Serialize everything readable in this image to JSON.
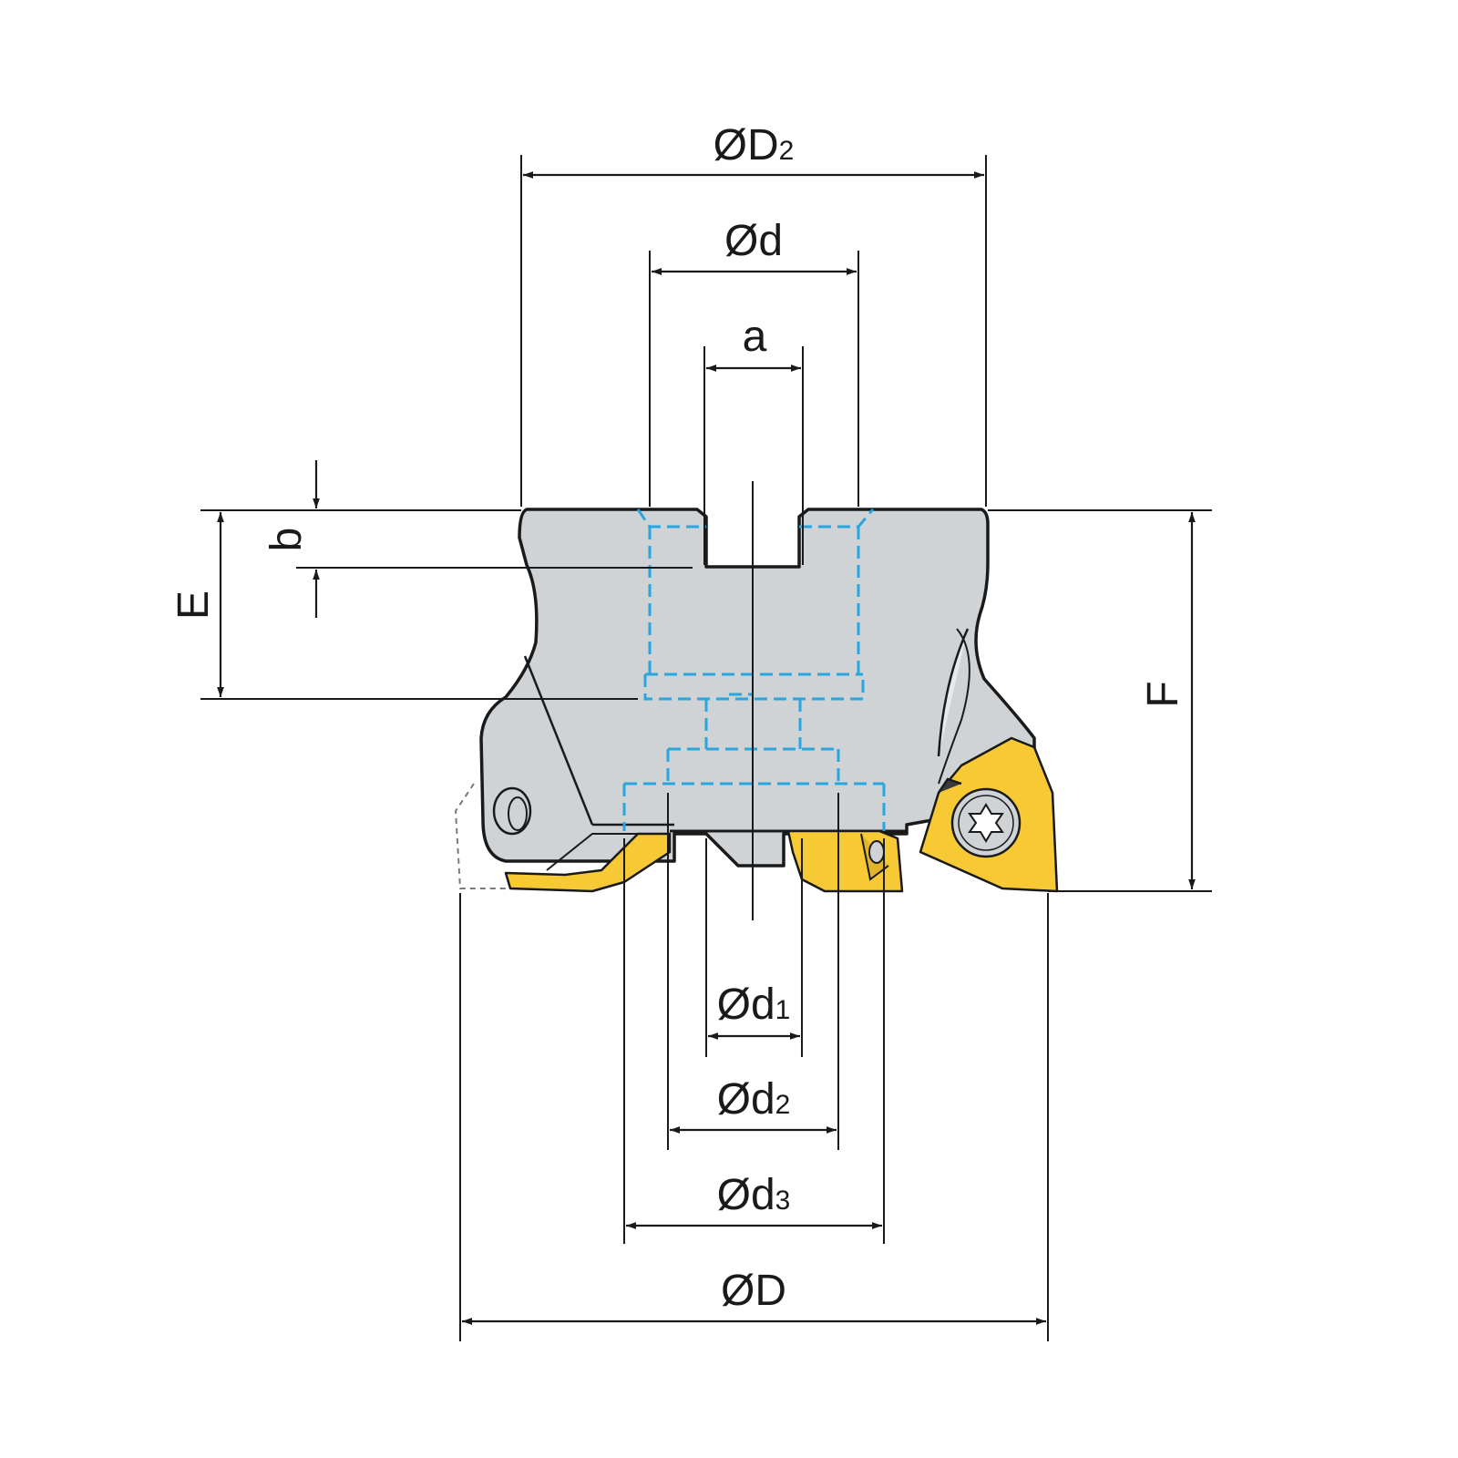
{
  "diagram": {
    "type": "milling-cutter-dimension-drawing",
    "colors": {
      "body": "#cfd3d6",
      "insert": "#f6c935",
      "hidden_lines": "#2aa6de",
      "dimension_lines": "#1a1a1a"
    },
    "labels": {
      "D2": {
        "main": "ØD",
        "sub": "2"
      },
      "d": {
        "main": "Ød",
        "sub": ""
      },
      "a": {
        "main": "a",
        "sub": ""
      },
      "b": {
        "main": "b",
        "sub": ""
      },
      "E": {
        "main": "E",
        "sub": ""
      },
      "F": {
        "main": "F",
        "sub": ""
      },
      "d1": {
        "main": "Ød",
        "sub": "1"
      },
      "d2": {
        "main": "Ød",
        "sub": "2"
      },
      "d3": {
        "main": "Ød",
        "sub": "3"
      },
      "D": {
        "main": "ØD",
        "sub": ""
      }
    }
  }
}
